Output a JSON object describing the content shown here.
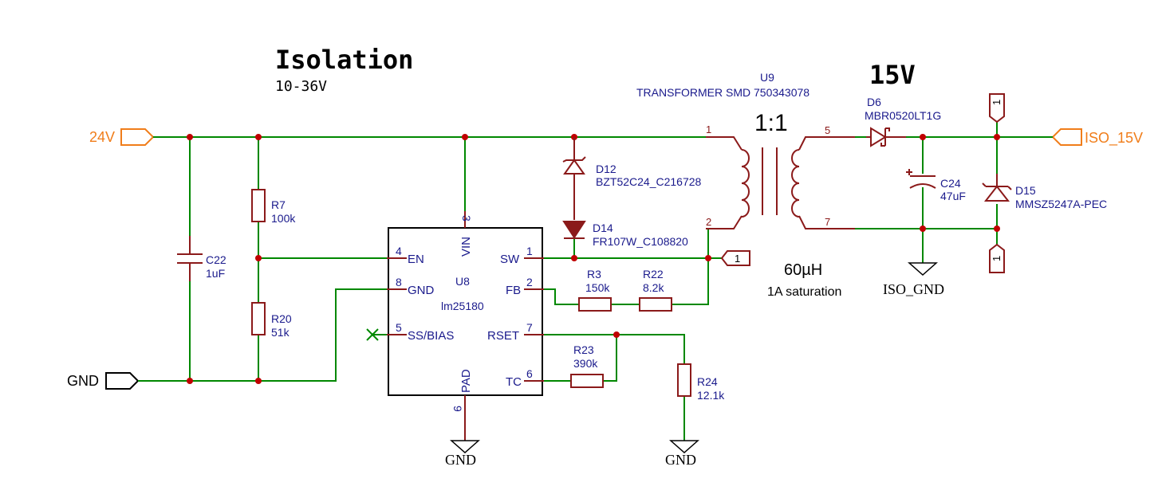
{
  "heading": {
    "title": "Isolation",
    "input_range": "10-36V",
    "output": "15V"
  },
  "ports": {
    "in_24v": "24V",
    "gnd_in": "GND",
    "iso_15v": "ISO_15V"
  },
  "ground_labels": {
    "iso_gnd": "ISO_GND",
    "gnd_u8": "GND",
    "gnd_r24": "GND"
  },
  "ic_u8": {
    "ref": "U8",
    "value": "lm25180",
    "pins": [
      {
        "num": "4",
        "name": "EN"
      },
      {
        "num": "8",
        "name": "GND"
      },
      {
        "num": "5",
        "name": "SS/BIAS"
      },
      {
        "num": "3",
        "name": "VIN"
      },
      {
        "num": "1",
        "name": "SW"
      },
      {
        "num": "2",
        "name": "FB"
      },
      {
        "num": "7",
        "name": "RSET"
      },
      {
        "num": "6",
        "name": "TC"
      },
      {
        "num": "9",
        "name": "PAD"
      }
    ]
  },
  "transformer": {
    "ref": "U9",
    "value": "TRANSFORMER SMD 750343078",
    "ratio": "1:1",
    "inductance": "60µH",
    "saturation": "1A saturation",
    "pins": [
      "1",
      "2",
      "5",
      "7"
    ]
  },
  "components": {
    "R7": {
      "ref": "R7",
      "value": "100k"
    },
    "R20": {
      "ref": "R20",
      "value": "51k"
    },
    "C22": {
      "ref": "C22",
      "value": "1uF"
    },
    "D12": {
      "ref": "D12",
      "value": "BZT52C24_C216728"
    },
    "D14": {
      "ref": "D14",
      "value": "FR107W_C108820"
    },
    "R3": {
      "ref": "R3",
      "value": "150k"
    },
    "R22": {
      "ref": "R22",
      "value": "8.2k"
    },
    "R23": {
      "ref": "R23",
      "value": "390k"
    },
    "R24": {
      "ref": "R24",
      "value": "12.1k"
    },
    "D6": {
      "ref": "D6",
      "value": "MBR0520LT1G"
    },
    "C24": {
      "ref": "C24",
      "value": "47uF"
    },
    "D15": {
      "ref": "D15",
      "value": "MMSZ5247A-PEC"
    }
  },
  "flags": {
    "sw_flag": "1",
    "top_flag": "1",
    "bottom_flag": "1"
  },
  "colors": {
    "wire": "#008800",
    "component": "#8b1a1a",
    "junction": "#c00000",
    "port": "#f07d1a",
    "label": "#1a1a8c"
  }
}
